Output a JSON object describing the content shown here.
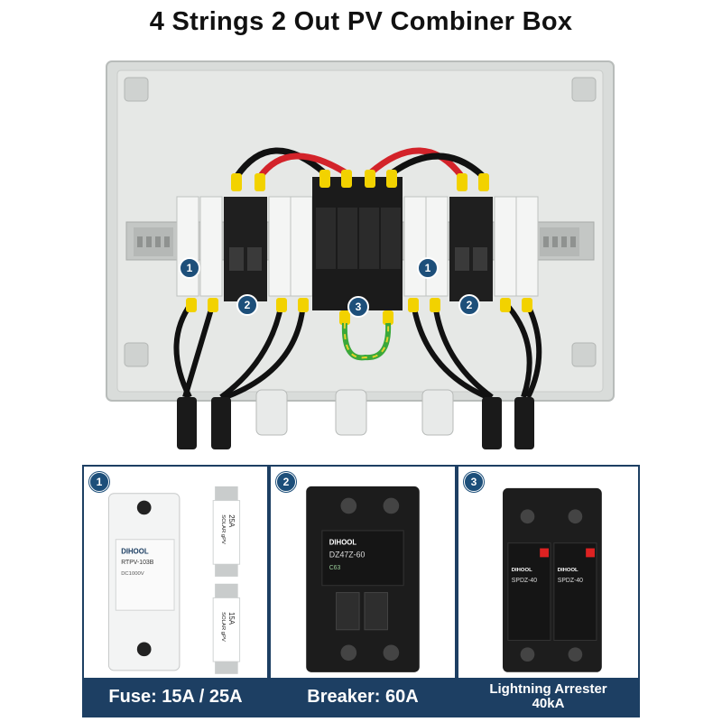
{
  "title": "4 Strings  2 Out  PV  Combiner Box",
  "photo": {
    "callouts": [
      "1",
      "2",
      "3"
    ]
  },
  "panels": [
    {
      "number": "1",
      "caption_line1": "Fuse: 15A / 25A",
      "caption_line2": "",
      "brand": "DIHOOL",
      "model": "RTPV-103B",
      "spec": "DC1000V",
      "fuse_a": "25A",
      "fuse_b": "15A",
      "fuse_text": "SOLAR gPV"
    },
    {
      "number": "2",
      "caption_line1": "Breaker: 60A",
      "caption_line2": "",
      "brand": "DIHOOL",
      "model": "DZ47Z-60",
      "rating": "C63"
    },
    {
      "number": "3",
      "caption_line1": "Lightning Arrester",
      "caption_line2": "40kA",
      "brand": "DIHOOL",
      "model": "SPDZ-40"
    }
  ]
}
